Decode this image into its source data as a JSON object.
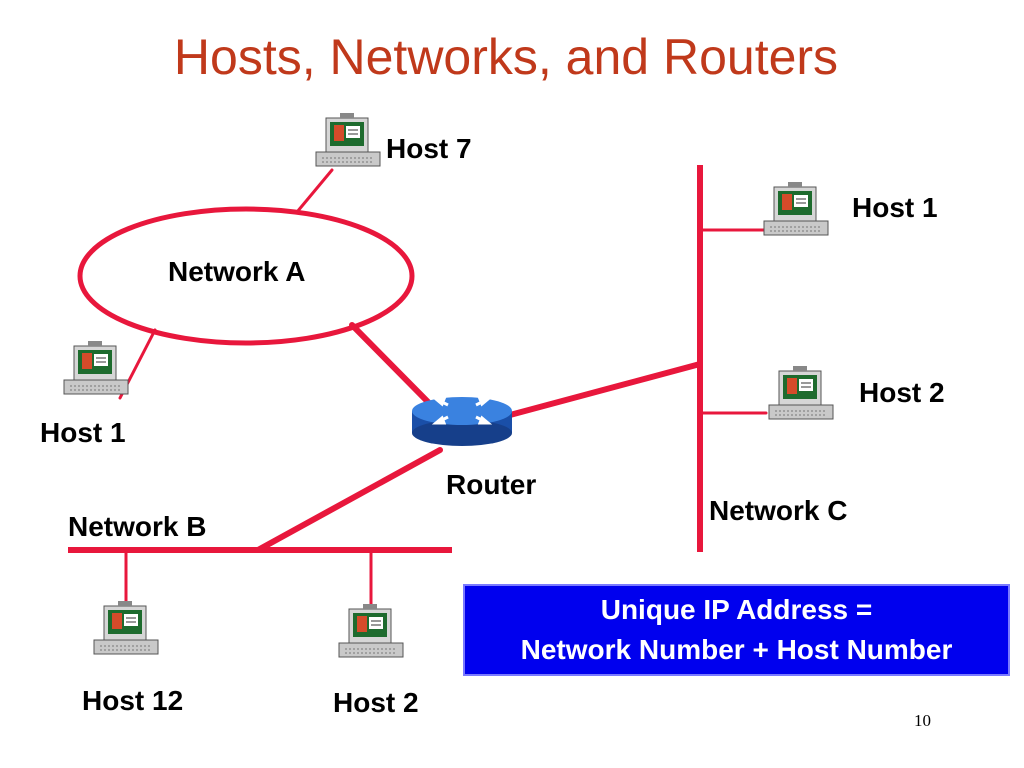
{
  "title": "Hosts, Networks, and Routers",
  "colors": {
    "title": "#c0391b",
    "link": "#e8173c",
    "callout_bg": "#0000ee",
    "router": "#1f5fc8"
  },
  "networks": {
    "a": "Network A",
    "b": "Network B",
    "c": "Network C"
  },
  "router": {
    "label": "Router",
    "icon": "router-icon"
  },
  "hosts": {
    "network_a": [
      {
        "label": "Host 7",
        "icon": "computer-icon"
      },
      {
        "label": "Host 1",
        "icon": "computer-icon"
      }
    ],
    "network_b": [
      {
        "label": "Host 12",
        "icon": "computer-icon"
      },
      {
        "label": "Host 2",
        "icon": "computer-icon"
      }
    ],
    "network_c": [
      {
        "label": "Host 1",
        "icon": "computer-icon"
      },
      {
        "label": "Host 2",
        "icon": "computer-icon"
      }
    ]
  },
  "callout": {
    "line1": "Unique IP Address =",
    "line2": "Network Number + Host Number"
  },
  "page_number": "10"
}
